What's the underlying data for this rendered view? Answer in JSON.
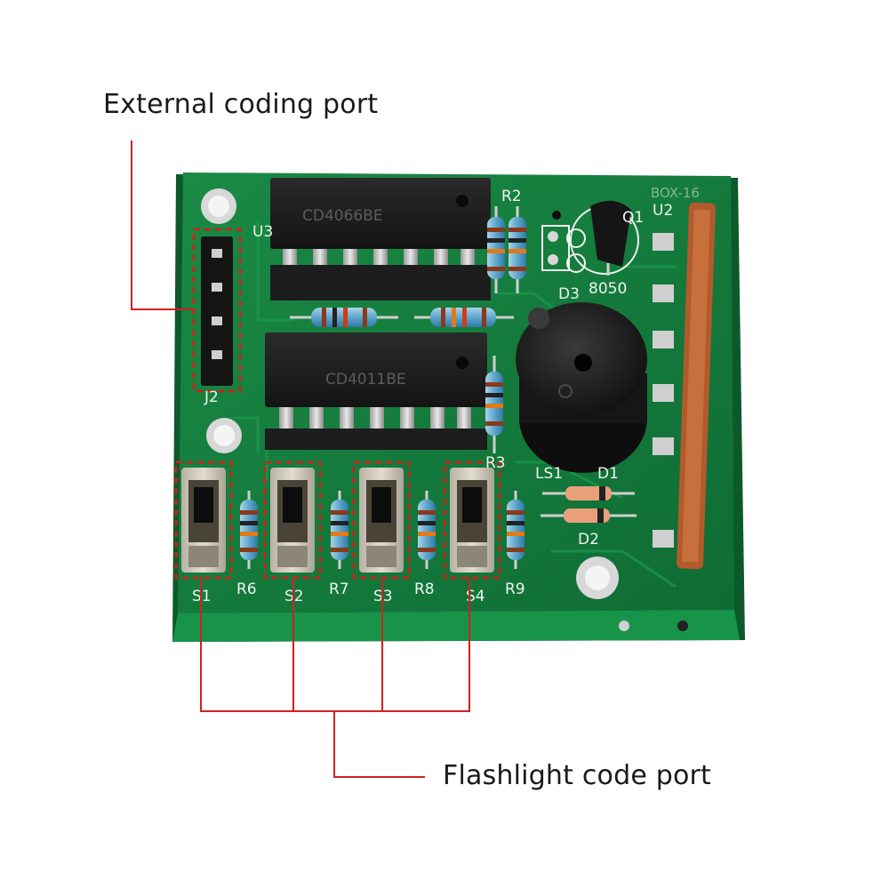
{
  "callouts": {
    "external_coding_port": "External coding port",
    "flashlight_code_port": "Flashlight code port"
  },
  "board": {
    "label": "BOX-16",
    "chips": {
      "u3": "CD4066BE",
      "u4": "CD4011BE"
    },
    "transistor": "8050",
    "silkscreen": {
      "u3": "U3",
      "u2": "U2",
      "q1": "Q1",
      "j2": "J2",
      "r2": "R2",
      "r3": "R3",
      "d3": "D3",
      "ls1": "LS1",
      "d1": "D1",
      "d2": "D2",
      "s1": "S1",
      "s2": "S2",
      "s3": "S3",
      "s4": "S4",
      "r6": "R6",
      "r7": "R7",
      "r8": "R8",
      "r9": "R9"
    }
  },
  "colors": {
    "pcb": "#137a3c",
    "callout_line": "#d42020",
    "highlight_box": "#e01818"
  }
}
